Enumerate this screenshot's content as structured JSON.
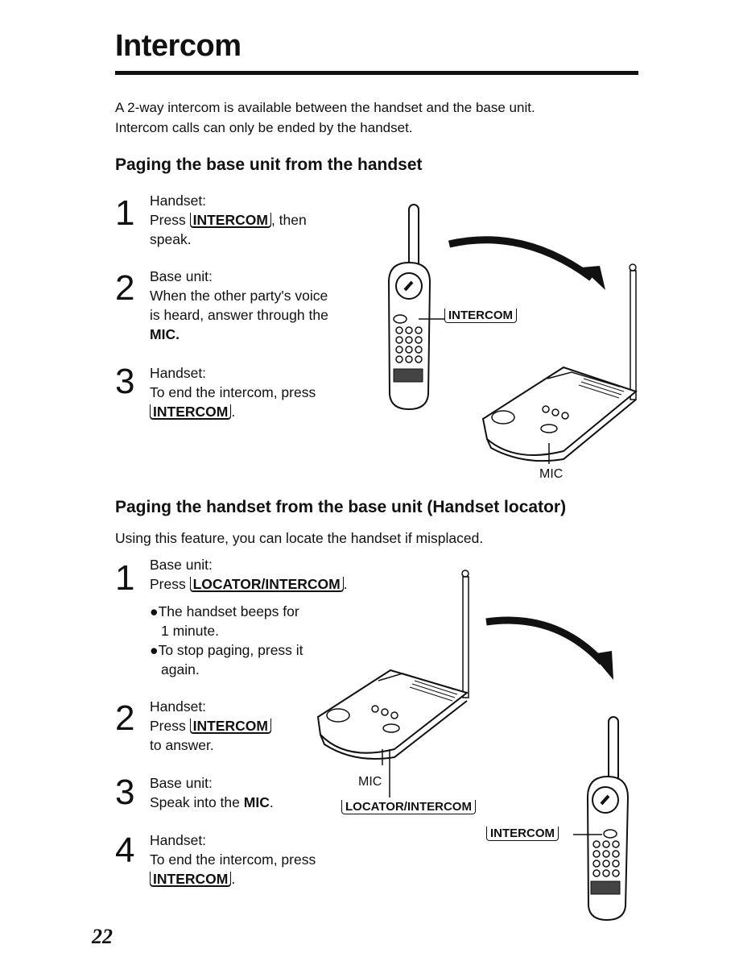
{
  "title": "Intercom",
  "intro": [
    "A 2-way intercom is available between the handset and the base unit.",
    "Intercom calls can only be ended by the handset."
  ],
  "section1": {
    "heading": "Paging the base unit from the handset",
    "steps": [
      {
        "num": "1",
        "who": "Handset:",
        "before": "Press ",
        "key": "INTERCOM",
        "after": ", then",
        "line3": "speak."
      },
      {
        "num": "2",
        "who": "Base unit:",
        "line2": "When the other party's voice",
        "line3": "is heard, answer through the",
        "line4": "MIC."
      },
      {
        "num": "3",
        "who": "Handset:",
        "line2": "To end the intercom, press",
        "key": "INTERCOM",
        "after": "."
      }
    ],
    "figure": {
      "key_label": "INTERCOM",
      "mic_label": "MIC"
    }
  },
  "section2": {
    "heading": "Paging the handset from the base unit (Handset locator)",
    "subtext": "Using this feature, you can locate the handset if misplaced.",
    "steps": [
      {
        "num": "1",
        "who": "Base unit:",
        "before": "Press ",
        "key": "LOCATOR/INTERCOM",
        "after": "."
      },
      {
        "num": "2",
        "who": "Handset:",
        "before": "Press ",
        "key": "INTERCOM",
        "line3": "to answer."
      },
      {
        "num": "3",
        "who": "Base unit:",
        "line2a": "Speak into the ",
        "line2b": "MIC",
        "line2c": "."
      },
      {
        "num": "4",
        "who": "Handset:",
        "line2": "To end the intercom, press",
        "key": "INTERCOM",
        "after": "."
      }
    ],
    "bullets": [
      {
        "l1": "●The handset beeps for",
        "l2": "1 minute."
      },
      {
        "l1": "●To stop paging, press it",
        "l2": "again."
      }
    ],
    "figure": {
      "mic_label": "MIC",
      "locator_label": "LOCATOR/INTERCOM",
      "key_label": "INTERCOM"
    }
  },
  "page_number": "22"
}
